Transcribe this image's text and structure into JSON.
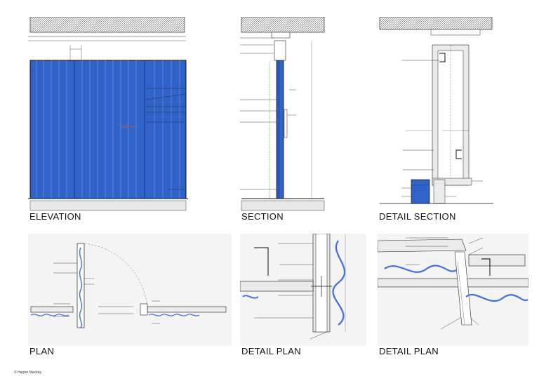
{
  "sheet": {
    "credit": "© Harper Mackay"
  },
  "panels": {
    "elevation": {
      "title": "ELEVATION",
      "push_label": "\"push\" me"
    },
    "section": {
      "title": "SECTION"
    },
    "detail_section": {
      "title": "DETAIL SECTION"
    },
    "plan": {
      "title": "PLAN"
    },
    "detail_plan_1": {
      "title": "DETAIL PLAN"
    },
    "detail_plan_2": {
      "title": "DETAIL PLAN"
    }
  },
  "colors": {
    "door_blue": "#2f63c8",
    "door_blue_dark": "#1d3f94",
    "wave_blue": "#3d6fe0",
    "hatch": "#555555",
    "line": "#222222"
  }
}
